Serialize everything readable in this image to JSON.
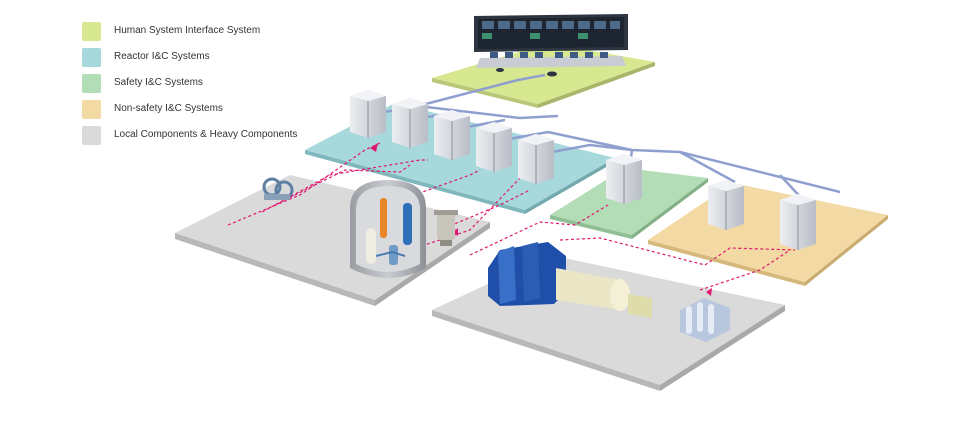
{
  "legend": [
    {
      "label": "Human System Interface System",
      "color": "#d7e890"
    },
    {
      "label": "Reactor I&C Systems",
      "color": "#a7d8dc"
    },
    {
      "label": "Safety I&C Systems",
      "color": "#b2ddb6"
    },
    {
      "label": "Non-safety I&C Systems",
      "color": "#f3d9a3"
    },
    {
      "label": "Local Components & Heavy Components",
      "color": "#dadada"
    }
  ],
  "colors": {
    "network_line": "#8f9fcf",
    "signal_line": "#e0186f",
    "cabinet": "#d9dbe0",
    "turbine": "#1f4fa8",
    "generator": "#ede8c8"
  }
}
